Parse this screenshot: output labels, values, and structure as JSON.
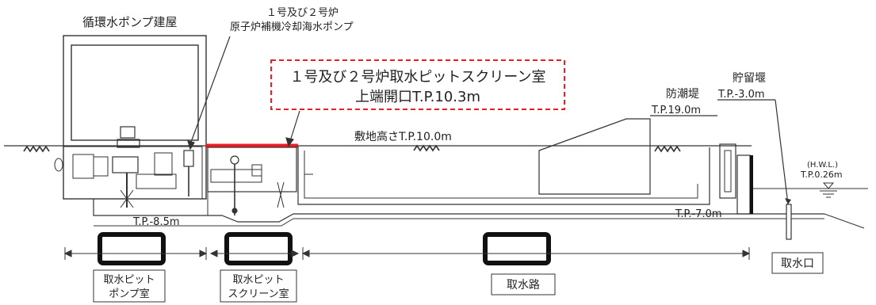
{
  "labels": {
    "pump_building": "循環水ポンプ建屋",
    "pump_title_1": "１号及び２号炉",
    "pump_title_2": "原子炉補機冷却海水ポンプ",
    "callout_line1": "１号及び２号炉取水ピットスクリーン室",
    "callout_line2": "上端開口T.P.10.3m",
    "ground_level": "敷地高さT.P.10.0m",
    "seawall": "防潮堤",
    "seawall_level": "T.P.19.0m",
    "weir": "貯留堰",
    "weir_level": "T.P.-3.0m",
    "hwl": "(H.W.L.)",
    "hwl_level": "T.P.0.26m",
    "pit_bottom": "T.P.-8.5m",
    "channel_bottom": "T.P.-7.0m",
    "pump_room_1": "取水ピット",
    "pump_room_2": "ポンプ室",
    "screen_room_1": "取水ピット",
    "screen_room_2": "スクリーン室",
    "channel": "取水路",
    "intake": "取水口"
  },
  "colors": {
    "highlight": "#ee1c24",
    "line": "#333333",
    "block": "#111111"
  }
}
